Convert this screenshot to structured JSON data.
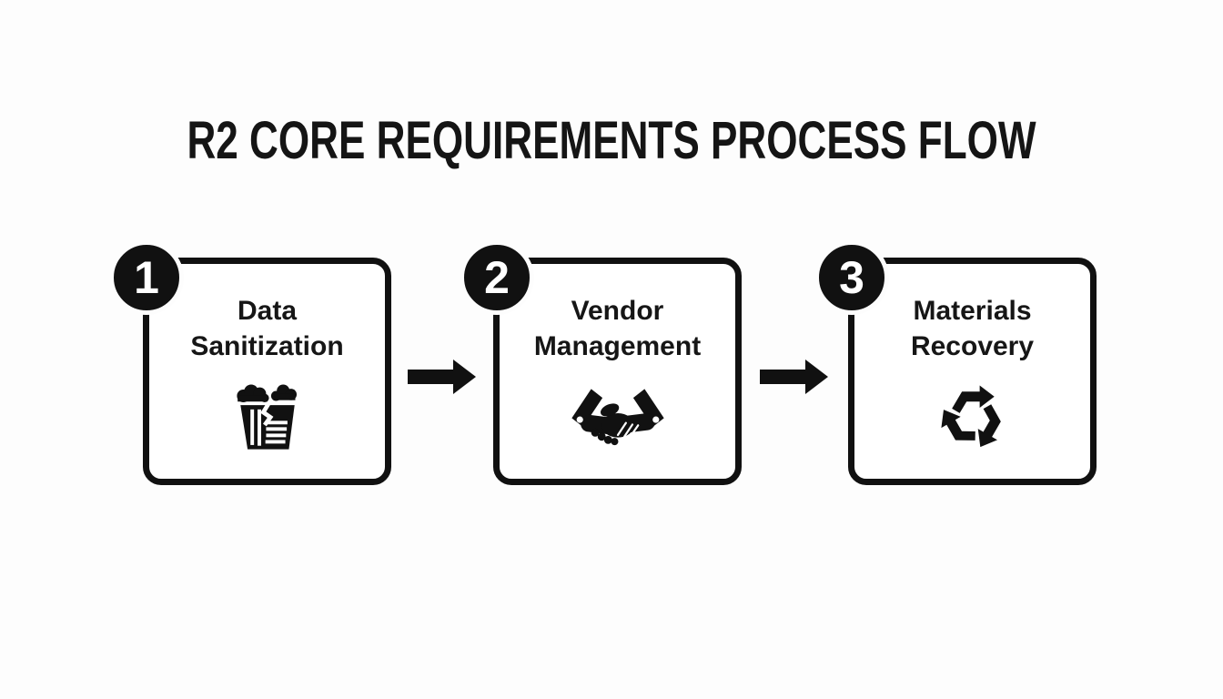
{
  "page": {
    "background_color": "#fdfdfd",
    "ink_color": "#111111"
  },
  "title": "R2 CORE REQUIREMENTS PROCESS FLOW",
  "steps": [
    {
      "number": "1",
      "label_line1": "Data",
      "label_line2": "Sanitization",
      "icon": "shredded-document-icon"
    },
    {
      "number": "2",
      "label_line1": "Vendor",
      "label_line2": "Management",
      "icon": "handshake-icon"
    },
    {
      "number": "3",
      "label_line1": "Materials",
      "label_line2": "Recovery",
      "icon": "recycling-icon"
    }
  ],
  "connectors": [
    {
      "type": "arrow-right"
    },
    {
      "type": "arrow-right"
    }
  ]
}
